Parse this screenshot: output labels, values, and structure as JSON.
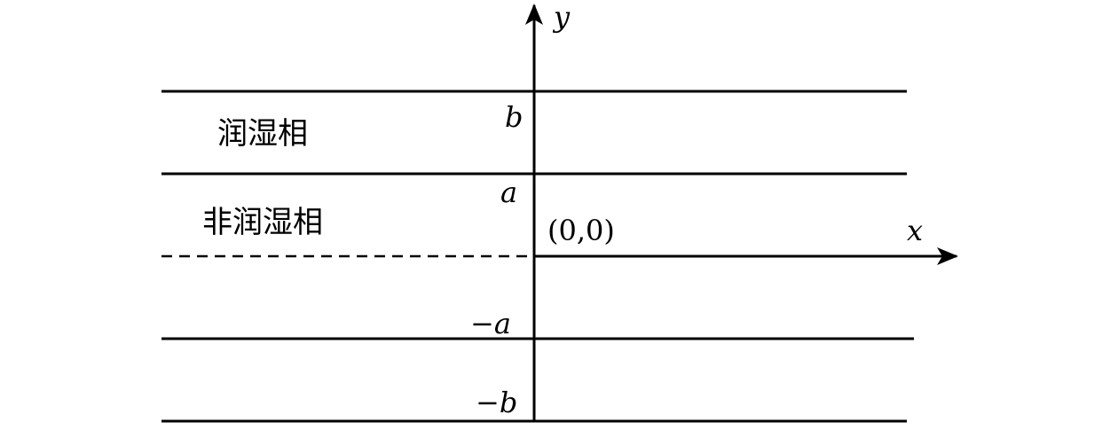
{
  "phases": {
    "wetting": "润湿相",
    "non_wetting": "非润湿相"
  },
  "axes": {
    "x_label": "x",
    "y_label": "y",
    "origin_label": "(0,0)"
  },
  "boundaries": {
    "b": "b",
    "a": "a",
    "neg_a": "−a",
    "neg_b": "−b"
  }
}
